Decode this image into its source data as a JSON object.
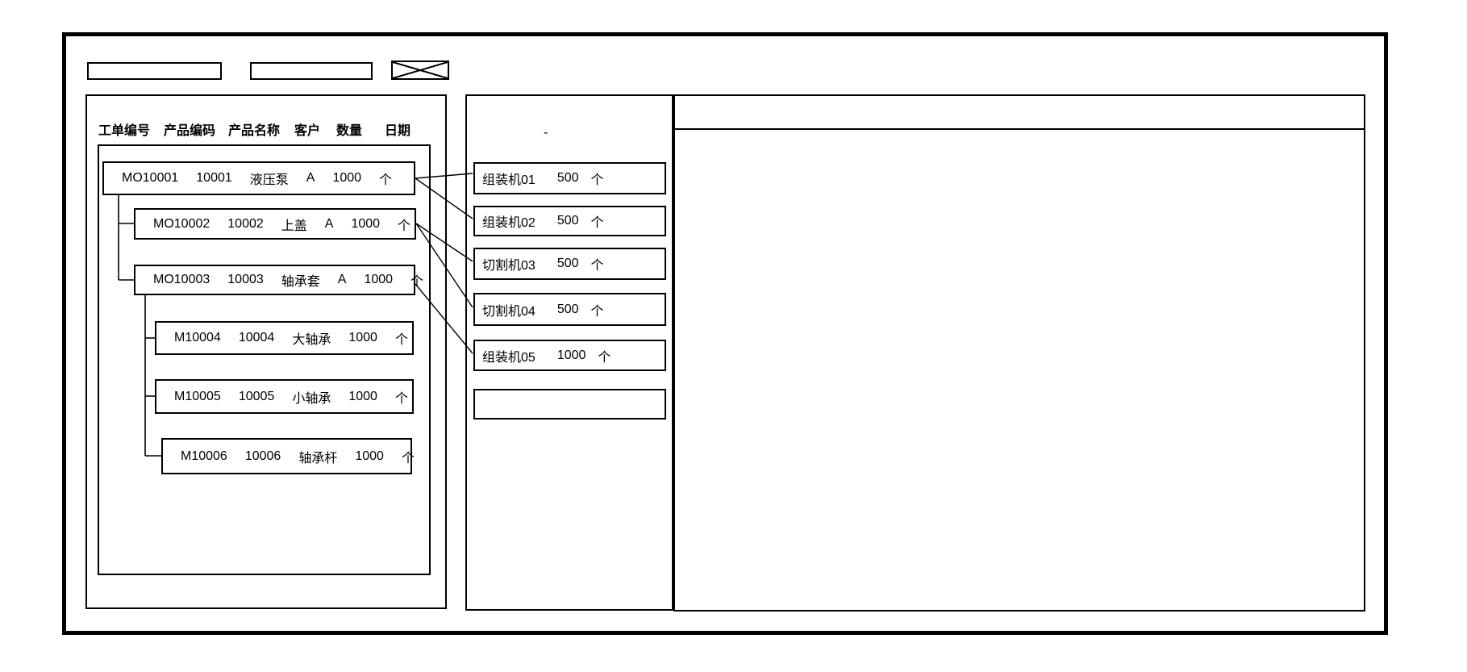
{
  "window": {
    "background": "#ffffff",
    "line_color": "#000000"
  },
  "toolbar": {
    "field1_value": "",
    "field2_value": "",
    "image_placeholder": "crossed-box"
  },
  "order_panel": {
    "columns": [
      "工单编号",
      "产品编码",
      "产品名称",
      "客户",
      "数量",
      "日期"
    ],
    "orders": [
      {
        "order_no": "MO10001",
        "product_code": "10001",
        "product_name": "液压泵",
        "customer": "A",
        "qty": "1000",
        "unit": "个"
      },
      {
        "order_no": "MO10002",
        "product_code": "10002",
        "product_name": "上盖",
        "customer": "A",
        "qty": "1000",
        "unit": "个"
      },
      {
        "order_no": "MO10003",
        "product_code": "10003",
        "product_name": "轴承套",
        "customer": "A",
        "qty": "1000",
        "unit": "个"
      },
      {
        "order_no": "M10004",
        "product_code": "10004",
        "product_name": "大轴承",
        "customer": "",
        "qty": "1000",
        "unit": "个"
      },
      {
        "order_no": "M10005",
        "product_code": "10005",
        "product_name": "小轴承",
        "customer": "",
        "qty": "1000",
        "unit": "个"
      },
      {
        "order_no": "M10006",
        "product_code": "10006",
        "product_name": "轴承杆",
        "customer": "",
        "qty": "1000",
        "unit": "个"
      }
    ]
  },
  "machine_panel": {
    "dash_mark": "-",
    "machines": [
      {
        "name": "组装机01",
        "qty": "500",
        "unit": "个"
      },
      {
        "name": "组装机02",
        "qty": "500",
        "unit": "个"
      },
      {
        "name": "切割机03",
        "qty": "500",
        "unit": "个"
      },
      {
        "name": "切割机04",
        "qty": "500",
        "unit": "个"
      },
      {
        "name": "组装机05",
        "qty": "1000",
        "unit": "个"
      },
      {
        "name": "",
        "qty": "",
        "unit": ""
      }
    ]
  },
  "detail_panel": {
    "content": ""
  },
  "connections": [
    {
      "from": "MO10001",
      "to": "组装机01"
    },
    {
      "from": "MO10001",
      "to": "组装机02"
    },
    {
      "from": "MO10002",
      "to": "切割机03"
    },
    {
      "from": "MO10002",
      "to": "切割机04"
    },
    {
      "from": "MO10003",
      "to": "组装机05"
    }
  ]
}
